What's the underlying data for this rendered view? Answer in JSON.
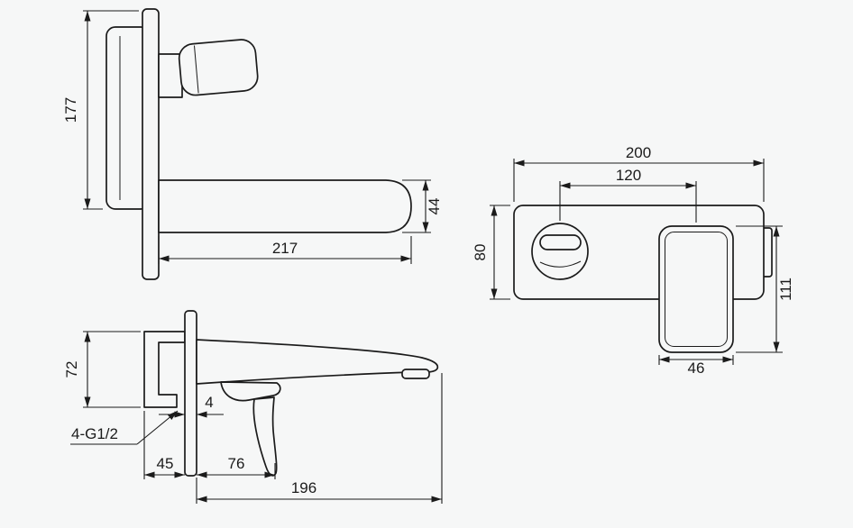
{
  "colors": {
    "background": "#f6f7f7",
    "line": "#1b1b1b"
  },
  "views": {
    "side": {
      "label": "spout-side-view",
      "dims": {
        "height": "177",
        "reach": "217",
        "spout_height": "44"
      }
    },
    "front": {
      "label": "front-view",
      "dims": {
        "plate_width": "200",
        "spacing": "120",
        "plate_height": "80",
        "handle_length": "111",
        "handle_width": "46"
      }
    },
    "install": {
      "label": "installation-side-view",
      "dims": {
        "body_height": "72",
        "plate_thickness": "4",
        "thread": "4-G1/2",
        "body_depth": "45",
        "lever_offset": "76",
        "total_reach": "196"
      }
    }
  }
}
